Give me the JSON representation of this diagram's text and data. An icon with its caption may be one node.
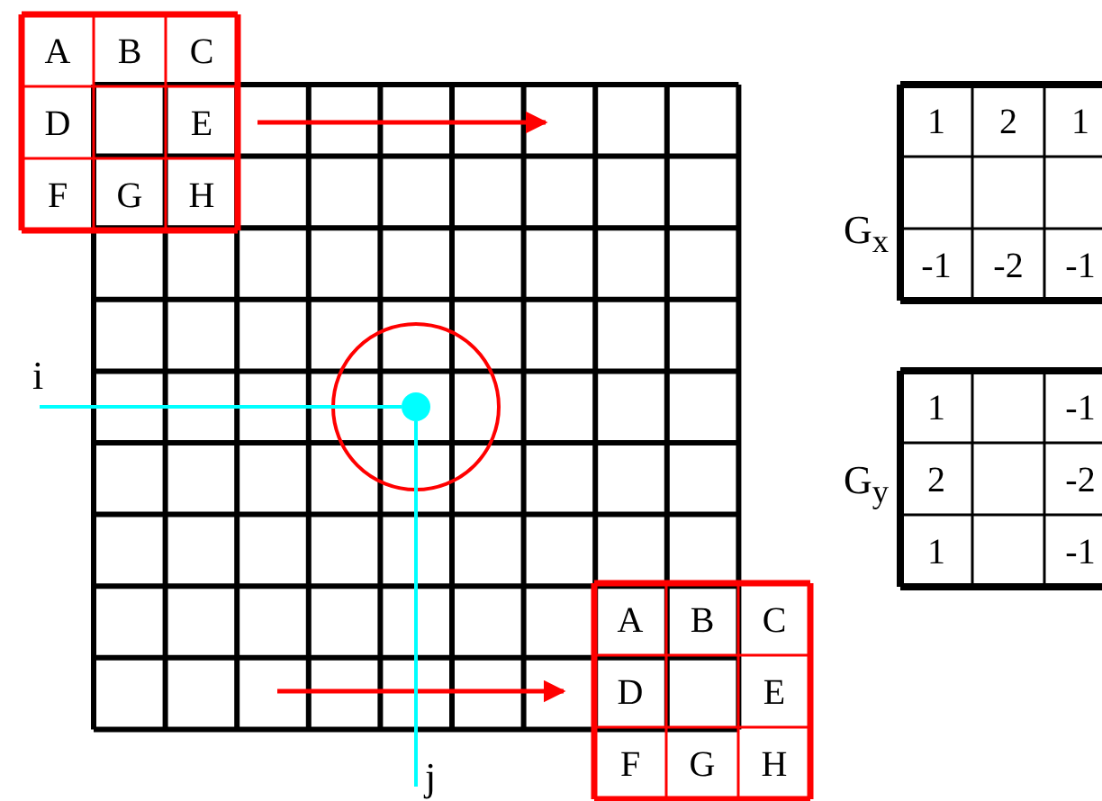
{
  "diagram": {
    "nodes": [
      {
        "text": [
          "i"
        ]
      },
      {
        "text": [],
        "shape": "circle"
      },
      {
        "text": [
          "j"
        ]
      }
    ],
    "edges": [
      {
        "from": 0,
        "to": 1,
        "arrow": "none"
      },
      {
        "from": 2,
        "to": 1,
        "arrow": "none"
      }
    ],
    "labels": [
      "A",
      "B",
      "C",
      "D",
      "E",
      "F",
      "G",
      "H",
      "G$_{x}$",
      "1",
      "2",
      "1",
      "-1",
      "-2",
      "-1",
      "G$_{y}$",
      "1",
      "-1",
      "2",
      "-2",
      "1",
      "-1",
      "A",
      "B",
      "C",
      "D",
      "E",
      "F",
      "G",
      "H"
    ]
  }
}
